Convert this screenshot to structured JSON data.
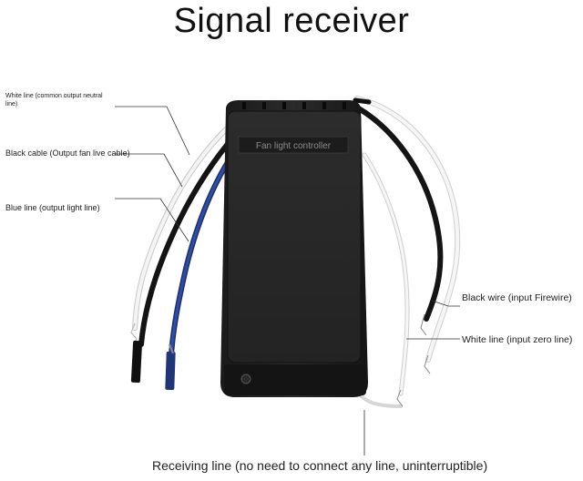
{
  "title": "Signal receiver",
  "device_text": "Fan light controller",
  "labels": {
    "white_line_1": "White line (common output neutral",
    "white_line_2": "line)",
    "black_cable": "Black cable (Output fan live cable)",
    "blue_line": "Blue line (output light line)",
    "black_wire": "Black wire (input Firewire)",
    "white_line_zero": "White line (input zero line)",
    "receiving_line": "Receiving line (no need to connect any line, uninterruptible)"
  }
}
